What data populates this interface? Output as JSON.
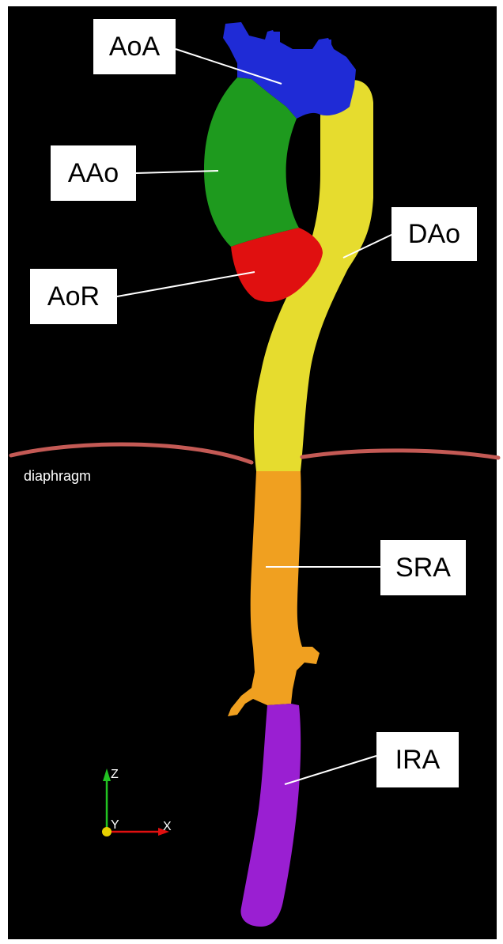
{
  "labels": {
    "aoa": "AoA",
    "aao": "AAo",
    "aor": "AoR",
    "dao": "DAo",
    "sra": "SRA",
    "ira": "IRA",
    "diaphragm": "diaphragm"
  },
  "axes": {
    "z": "Z",
    "y": "Y",
    "x": "X"
  },
  "colors": {
    "background": "#000000",
    "aortic_arch": "#1f2bd6",
    "ascending_aorta": "#1e9a1e",
    "aortic_root": "#e01010",
    "descending_aorta": "#e6dc2e",
    "suprarenal_aorta": "#f0a020",
    "infrarenal_aorta": "#9a1fd2",
    "diaphragm_line": "#c45a55"
  }
}
